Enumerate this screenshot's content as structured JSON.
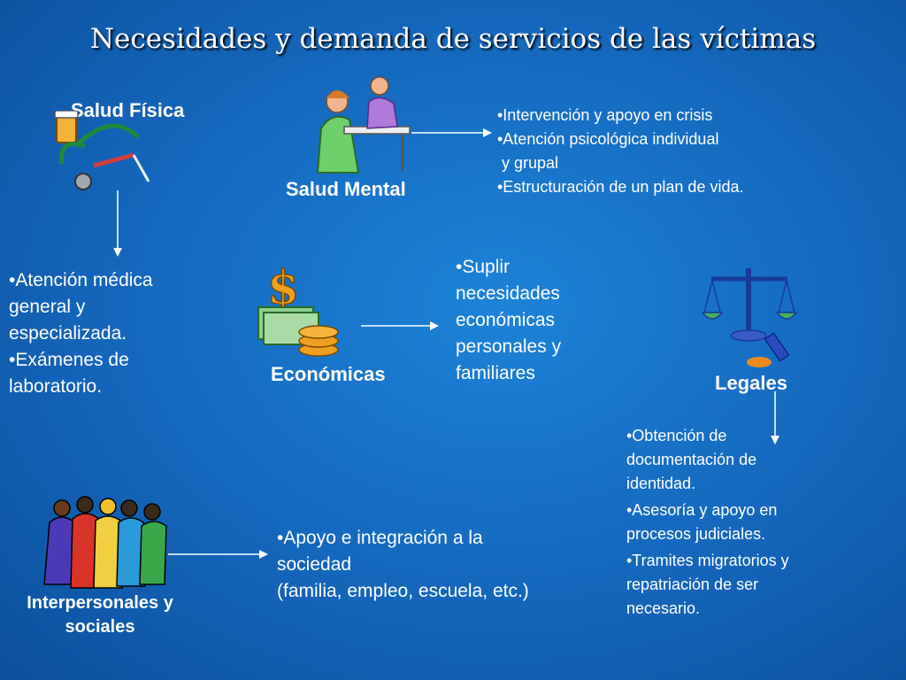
{
  "title": "Necesidades y demanda de servicios de las víctimas",
  "salud_fisica": {
    "label": "Salud Física",
    "icon": "medical-icon",
    "items": [
      "•Atención médica",
      "general y",
      "especializada.",
      "•Exámenes de",
      "laboratorio."
    ]
  },
  "salud_mental": {
    "label": "Salud Mental",
    "icon": "counseling-icon",
    "items": [
      "•Intervención y apoyo en crisis",
      "•Atención psicológica individual",
      " y grupal",
      "•Estructuración de un plan de vida."
    ]
  },
  "economicas": {
    "label": "Económicas",
    "icon": "money-icon",
    "items": [
      "•Suplir",
      "necesidades",
      "económicas",
      "personales y",
      "familiares"
    ]
  },
  "legales": {
    "label": "Legales",
    "icon": "scales-icon",
    "items": [
      [
        "•Obtención de",
        "documentación de",
        "identidad."
      ],
      [
        "•Asesoría y apoyo en",
        "procesos judiciales."
      ],
      [
        "•Tramites migratorios y",
        "repatriación de ser",
        "necesario."
      ]
    ]
  },
  "interpersonales": {
    "label_line1": "Interpersonales y",
    "label_line2": "sociales",
    "icon": "group-icon",
    "items": [
      "•Apoyo e integración a la",
      "sociedad",
      "(familia, empleo, escuela, etc.)"
    ]
  },
  "colors": {
    "background": "#1466bb",
    "text": "#ffffff",
    "arrow": "#ffffff"
  }
}
